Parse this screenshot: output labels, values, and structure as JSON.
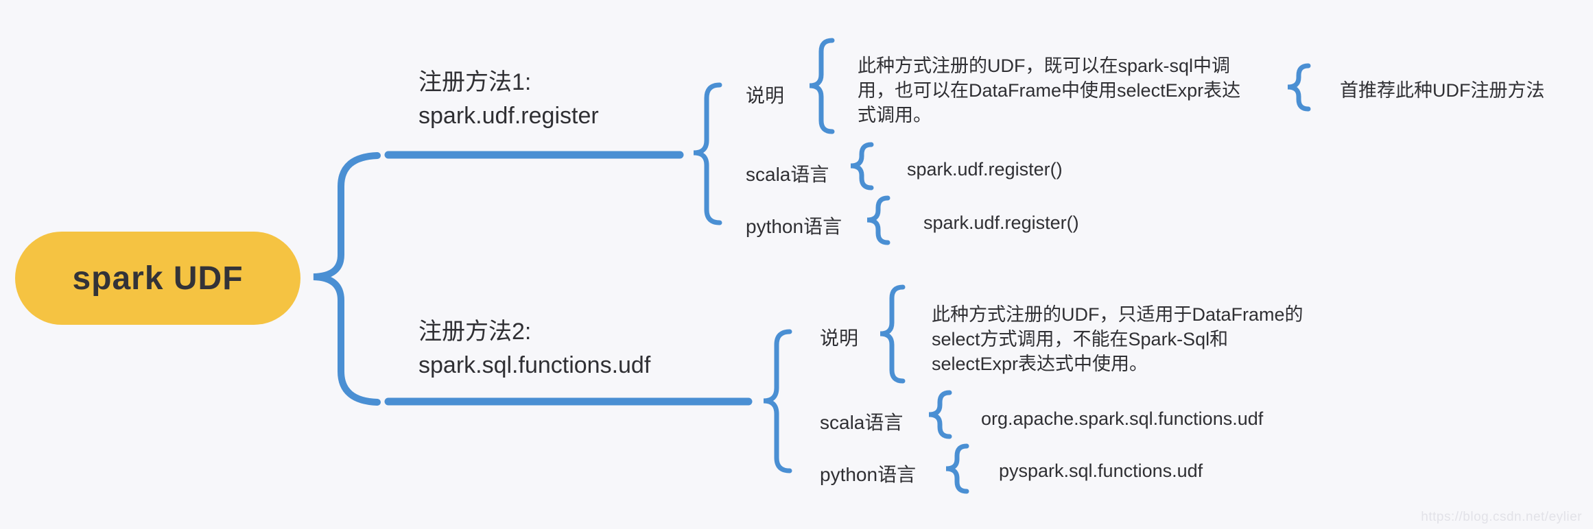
{
  "colors": {
    "background": "#f7f7fa",
    "accent_blue": "#4a8fd3",
    "root_yellow": "#f5c342",
    "text_dark": "#333338",
    "watermark_gray": "#e2e2e8"
  },
  "root": {
    "label": "spark UDF"
  },
  "branches": [
    {
      "title_lines": [
        "注册方法1:",
        "spark.udf.register"
      ],
      "children": [
        {
          "label": "说明",
          "desc_lines": [
            "此种方式注册的UDF，既可以在spark-sql中调",
            "用，也可以在DataFrame中使用selectExpr表达",
            "式调用。"
          ],
          "note": "首推荐此种UDF注册方法"
        },
        {
          "label": "scala语言",
          "value": "spark.udf.register()"
        },
        {
          "label": "python语言",
          "value": "spark.udf.register()"
        }
      ]
    },
    {
      "title_lines": [
        "注册方法2:",
        "spark.sql.functions.udf"
      ],
      "children": [
        {
          "label": "说明",
          "desc_lines": [
            "此种方式注册的UDF，只适用于DataFrame的",
            "select方式调用，不能在Spark-Sql和",
            "selectExpr表达式中使用。"
          ]
        },
        {
          "label": "scala语言",
          "value": "org.apache.spark.sql.functions.udf"
        },
        {
          "label": "python语言",
          "value": "pyspark.sql.functions.udf"
        }
      ]
    }
  ],
  "watermark": "https://blog.csdn.net/eylier"
}
